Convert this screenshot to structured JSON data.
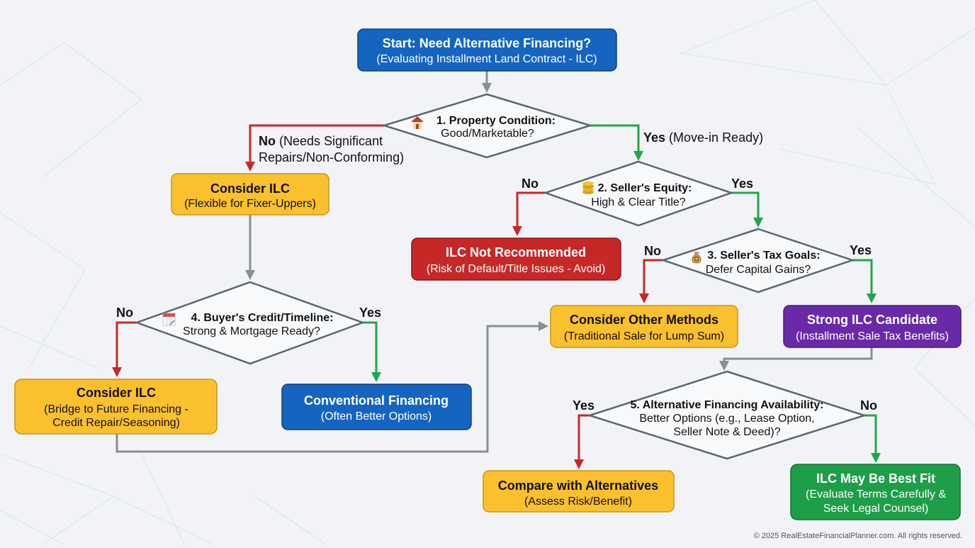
{
  "colors": {
    "blue": "#1565c0",
    "yellow": "#fbc02d",
    "red": "#c62828",
    "purple": "#6a2aa8",
    "green": "#1e9e48",
    "arrow_gray": "#8a8d91",
    "arrow_red": "#c62828",
    "arrow_green": "#23a64a",
    "diamond_stroke": "#5b6670"
  },
  "nodes": {
    "start": {
      "title": "Start: Need Alternative Financing?",
      "subtitle": "(Evaluating Installment Land Contract - ILC)"
    },
    "q1": {
      "icon": "house-icon",
      "title": "1. Property Condition:",
      "subtitle": "Good/Marketable?"
    },
    "q2": {
      "icon": "coins-icon",
      "title": "2. Seller's Equity:",
      "subtitle": "High & Clear Title?"
    },
    "q3": {
      "icon": "money-bag-icon",
      "title": "3. Seller's Tax Goals:",
      "subtitle": "Defer Capital Gains?"
    },
    "q4": {
      "icon": "calendar-icon",
      "title": "4. Buyer's Credit/Timeline:",
      "subtitle": "Strong & Mortgage Ready?"
    },
    "q5": {
      "title": "5. Alternative Financing Availability:",
      "subtitle_lines": [
        "Better Options (e.g., Lease Option,",
        "Seller Note & Deed)?"
      ]
    },
    "consider_ilc_fixer": {
      "title": "Consider ILC",
      "subtitle": "(Flexible for Fixer-Uppers)"
    },
    "not_recommended": {
      "title": "ILC Not Recommended",
      "subtitle": "(Risk of Default/Title Issues - Avoid)"
    },
    "other_methods": {
      "title": "Consider Other Methods",
      "subtitle": "(Traditional Sale for Lump Sum)"
    },
    "strong_candidate": {
      "title": "Strong ILC Candidate",
      "subtitle": "(Installment Sale Tax Benefits)"
    },
    "consider_ilc_bridge": {
      "title": "Consider ILC",
      "subtitle_lines": [
        "(Bridge to Future Financing -",
        "Credit Repair/Seasoning)"
      ]
    },
    "conventional": {
      "title": "Conventional Financing",
      "subtitle": "(Often Better Options)"
    },
    "compare": {
      "title": "Compare with Alternatives",
      "subtitle": "(Assess Risk/Benefit)"
    },
    "best_fit": {
      "title": "ILC May Be Best Fit",
      "subtitle_lines": [
        "(Evaluate Terms Carefully &",
        "Seek Legal Counsel)"
      ]
    }
  },
  "edges": {
    "q1_no": {
      "bold": "No",
      "rest_line1": " (Needs Significant",
      "line2": "Repairs/Non-Conforming)"
    },
    "q1_yes": {
      "bold": "Yes",
      "rest": " (Move-in Ready)"
    },
    "q2_no": "No",
    "q2_yes": "Yes",
    "q3_no": "No",
    "q3_yes": "Yes",
    "q4_no": "No",
    "q4_yes": "Yes",
    "q5_yes": "Yes",
    "q5_no": "No"
  },
  "footer": {
    "copyright": "© 2025 RealEstateFinancialPlanner.com. All rights reserved."
  }
}
